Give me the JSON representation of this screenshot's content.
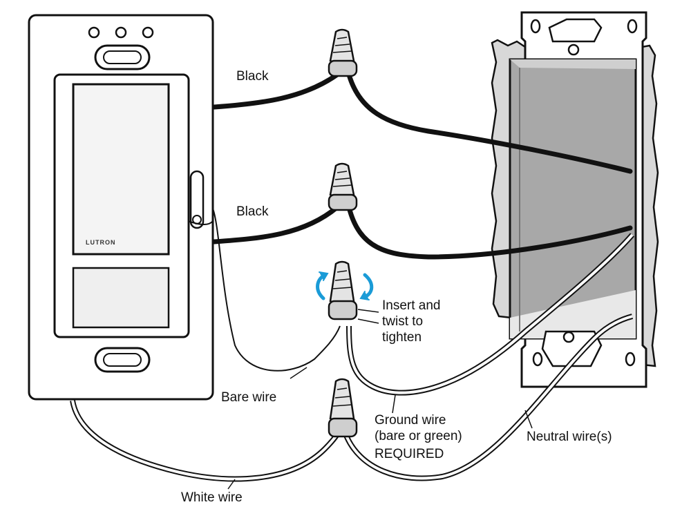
{
  "device": {
    "brand": "LUTRON"
  },
  "labels": {
    "black_top": "Black",
    "black_bottom": "Black",
    "insert_line1": "Insert and",
    "insert_line2": "twist to",
    "insert_line3": "tighten",
    "bare_wire": "Bare wire",
    "ground_line1": "Ground wire",
    "ground_line2": "(bare or green)",
    "ground_line3": "REQUIRED",
    "neutral": "Neutral wire(s)",
    "white_wire": "White wire"
  },
  "colors": {
    "line": "#111111",
    "wallbox_gray": "#a0a0a0",
    "wall_gray": "#d4d4d4",
    "twist_arrow": "#1a9bd7",
    "switch_panel": "#f2f2f2"
  }
}
